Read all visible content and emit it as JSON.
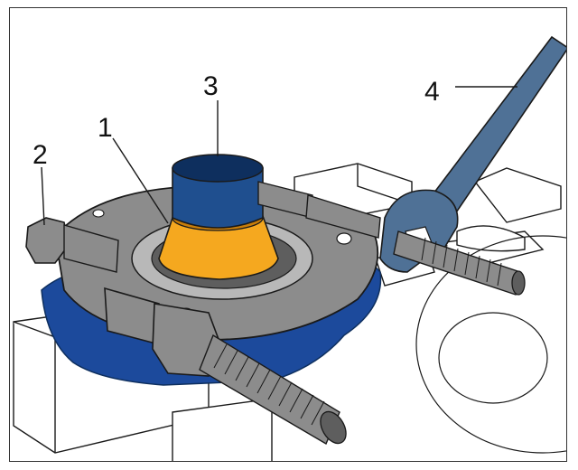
{
  "colors": {
    "tool_gray": "#8c8c8c",
    "tool_gray_light": "#b8b8b8",
    "tool_gray_dark": "#5e5e5e",
    "outline": "#1a1a1a",
    "bearing_orange": "#f5a81f",
    "bearing_orange_dark": "#c77d0a",
    "sleeve_blue": "#1f4f8f",
    "sleeve_blue_dark": "#0e2f5e",
    "mount_blue": "#1c4a9c",
    "wrench_blue": "#4f7196",
    "block_white": "#ffffff"
  },
  "callouts": [
    {
      "id": "1",
      "label": "1",
      "part": "bearing"
    },
    {
      "id": "2",
      "label": "2",
      "part": "nut"
    },
    {
      "id": "3",
      "label": "3",
      "part": "sleeve"
    },
    {
      "id": "4",
      "label": "4",
      "part": "wrench"
    }
  ]
}
